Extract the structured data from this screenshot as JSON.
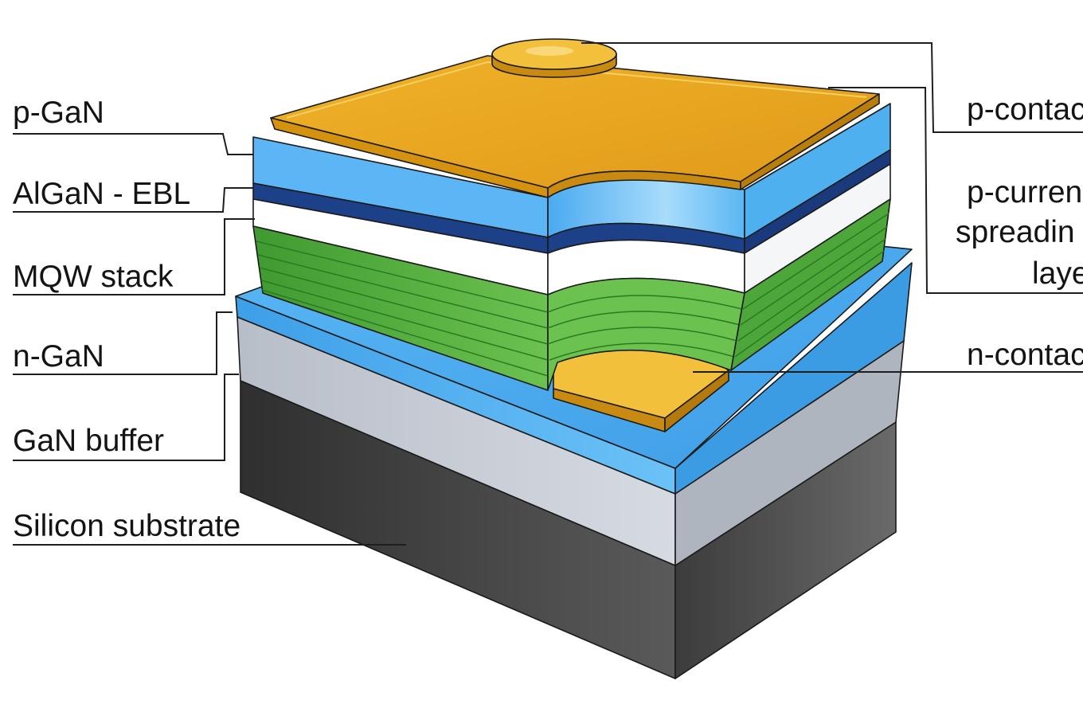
{
  "labels": {
    "p_gan": "p-GaN",
    "algan_ebl": "AlGaN - EBL",
    "mqw_stack": "MQW stack",
    "n_gan": "n-GaN",
    "gan_buffer": "GaN buffer",
    "silicon_substrate": "Silicon substrate",
    "p_contact": "p-contac",
    "p_current_line1": "p-curren",
    "p_current_line2": "spreadin",
    "p_current_line3": "laye",
    "n_contact": "n-contac"
  },
  "colors": {
    "gold": "#e8a821",
    "gold_light": "#f6c744",
    "gan_blue": "#4fb0f0",
    "ebl_navy": "#1d4189",
    "mqw_white": "#ffffff",
    "mqw_green": "#4daa3c",
    "buffer_gray": "#c4cad3",
    "silicon_dark": "#4a4a4a"
  }
}
